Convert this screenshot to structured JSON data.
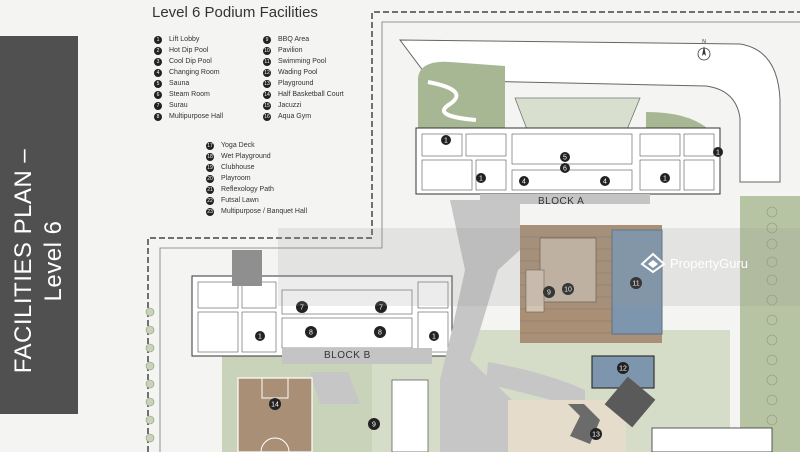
{
  "side_title": {
    "line1": "FACILITIES PLAN –",
    "line2": "Level 6"
  },
  "legend_title": "Level 6 Podium Facilities",
  "legend_col1": [
    {
      "num": "1",
      "label": "Lift Lobby"
    },
    {
      "num": "2",
      "label": "Hot Dip Pool"
    },
    {
      "num": "3",
      "label": "Cool Dip Pool"
    },
    {
      "num": "4",
      "label": "Changing Room"
    },
    {
      "num": "5",
      "label": "Sauna"
    },
    {
      "num": "6",
      "label": "Steam Room"
    },
    {
      "num": "7",
      "label": "Surau"
    },
    {
      "num": "8",
      "label": "Multipurpose Hall"
    }
  ],
  "legend_col2": [
    {
      "num": "9",
      "label": "BBQ Area"
    },
    {
      "num": "10",
      "label": "Pavilion"
    },
    {
      "num": "11",
      "label": "Swimming Pool"
    },
    {
      "num": "12",
      "label": "Wading Pool"
    },
    {
      "num": "13",
      "label": "Playground"
    },
    {
      "num": "14",
      "label": "Half Basketball Court"
    },
    {
      "num": "15",
      "label": "Jacuzzi"
    },
    {
      "num": "16",
      "label": "Aqua Gym"
    }
  ],
  "legend_col3": [
    {
      "num": "17",
      "label": "Yoga Deck"
    },
    {
      "num": "18",
      "label": "Wet Playground"
    },
    {
      "num": "19",
      "label": "Clubhouse"
    },
    {
      "num": "20",
      "label": "Playroom"
    },
    {
      "num": "21",
      "label": "Reflexology Path"
    },
    {
      "num": "22",
      "label": "Futsal Lawn"
    },
    {
      "num": "23",
      "label": "Multipurpose / Banquet Hall"
    }
  ],
  "block_a": "BLOCK A",
  "block_b": "BLOCK B",
  "compass": "N",
  "watermark": "PropertyGuru",
  "markers": {
    "m7a": "7",
    "m7b": "7",
    "m8a": "8",
    "m8b": "8",
    "m9a": "9",
    "m9b": "9",
    "m10": "10",
    "m11": "11",
    "m12": "12",
    "m13": "13",
    "m14": "14",
    "m1a": "1",
    "m1b": "1",
    "m1c": "1",
    "m1d": "1",
    "m1e": "1",
    "m1f": "1",
    "m4a": "4",
    "m4b": "4",
    "m5": "5",
    "m6": "6"
  },
  "colors": {
    "banner": "#505050",
    "lawn": "#d5dcc8",
    "green": "#a8b793",
    "pool": "#7e96ad",
    "deck": "#a88f76",
    "path": "#bdbdbd",
    "building": "#ffffff"
  }
}
